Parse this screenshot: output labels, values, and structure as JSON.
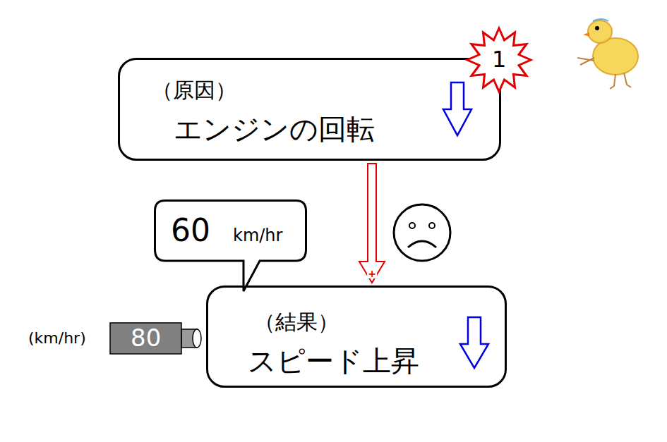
{
  "diagram": {
    "nodes": [
      {
        "text": [
          "（原因）",
          "エンジンの回転"
        ]
      },
      {
        "text": [
          "1"
        ]
      },
      {
        "text": [
          "60",
          "km/hr"
        ]
      },
      {
        "text": [
          "80"
        ]
      },
      {
        "text": [
          "（結果）",
          "スピード上昇"
        ]
      }
    ],
    "edges": [
      {
        "from": 0,
        "to": 4,
        "arrow": "to",
        "label": "+"
      }
    ],
    "labels": [
      "(km/hr)"
    ]
  }
}
